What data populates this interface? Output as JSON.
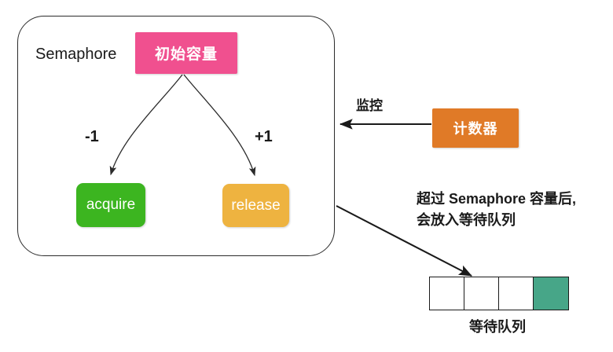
{
  "diagram": {
    "title": "Semaphore",
    "container_label": "Semaphore",
    "nodes": {
      "capacity": {
        "label": "初始容量",
        "color": "#f0508f"
      },
      "acquire": {
        "label": "acquire",
        "color": "#3cb520"
      },
      "release": {
        "label": "release",
        "color": "#eeb340"
      },
      "counter": {
        "label": "计数器",
        "color": "#e07a27"
      }
    },
    "edges": {
      "acquire_delta": "-1",
      "release_delta": "+1",
      "monitor": "监控"
    },
    "annotations": {
      "overflow_line1": "超过 Semaphore 容量后,",
      "overflow_line2": "会放入等待队列"
    },
    "queue": {
      "label": "等待队列",
      "cells": [
        {
          "filled": false
        },
        {
          "filled": false
        },
        {
          "filled": false
        },
        {
          "filled": true
        }
      ],
      "filled_color": "#47a688",
      "empty_color": "#ffffff"
    }
  }
}
